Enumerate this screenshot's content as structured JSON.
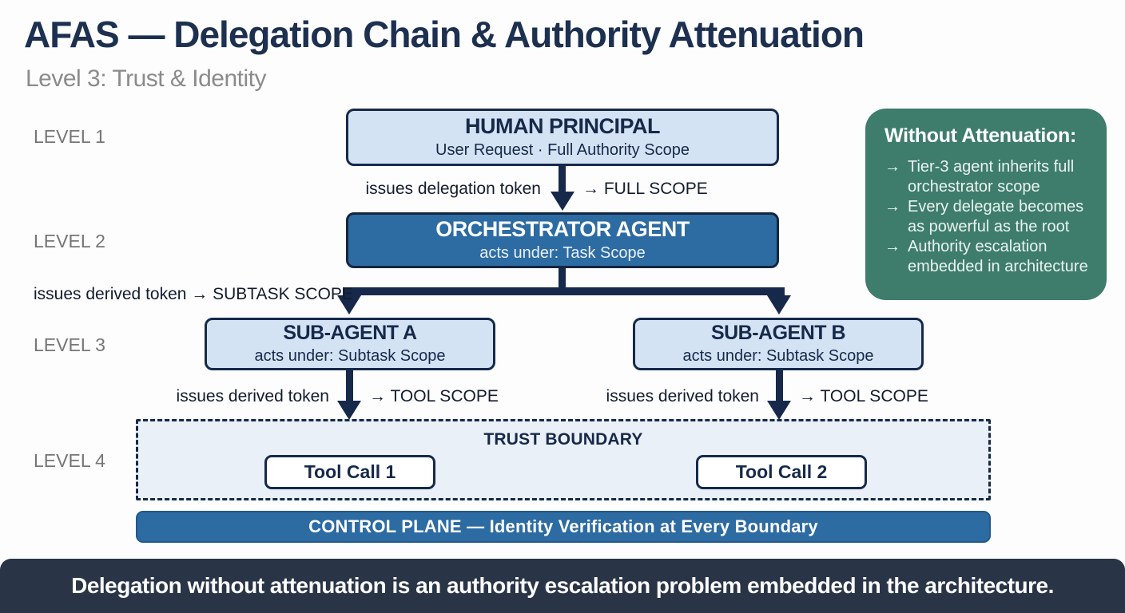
{
  "header": {
    "title": "AFAS — Delegation Chain & Authority Attenuation",
    "subtitle": "Level 3: Trust & Identity"
  },
  "levels": [
    "LEVEL 1",
    "LEVEL 2",
    "LEVEL 3",
    "LEVEL 4"
  ],
  "nodes": {
    "human_principal": {
      "title": "HUMAN PRINCIPAL",
      "subtitle": "User Request · Full Authority Scope"
    },
    "orchestrator": {
      "title": "ORCHESTRATOR AGENT",
      "subtitle": "acts under: Task Scope"
    },
    "sub_agent_a": {
      "title": "SUB-AGENT A",
      "subtitle": "acts under: Subtask Scope"
    },
    "sub_agent_b": {
      "title": "SUB-AGENT B",
      "subtitle": "acts under: Subtask Scope"
    },
    "tool_call_1": {
      "label": "Tool Call 1"
    },
    "tool_call_2": {
      "label": "Tool Call 2"
    }
  },
  "edges": {
    "principal_to_orchestrator": {
      "label": "issues delegation token",
      "scope": "→ FULL SCOPE"
    },
    "orchestrator_to_subagents": {
      "label": "issues derived token → SUBTASK SCOPE"
    },
    "subagent_a_to_tool": {
      "label": "issues derived token",
      "scope": "→ TOOL SCOPE"
    },
    "subagent_b_to_tool": {
      "label": "issues derived token",
      "scope": "→ TOOL SCOPE"
    }
  },
  "trust_boundary": {
    "label": "TRUST BOUNDARY"
  },
  "control_plane": {
    "label": "CONTROL PLANE — Identity Verification at Every Boundary"
  },
  "side_panel": {
    "title": "Without Attenuation:",
    "bullets": [
      {
        "arrow": "→",
        "text": "Tier-3 agent inherits full orchestrator scope"
      },
      {
        "arrow": "→",
        "text": "Every delegate becomes as powerful as the root"
      },
      {
        "arrow": "→",
        "text": "Authority escalation embedded in architecture"
      }
    ]
  },
  "footer": {
    "text": "Delegation without attenuation is an authority escalation problem embedded in the architecture."
  },
  "colors": {
    "navy": "#16294a",
    "title_navy": "#1d3050",
    "accent_blue": "#2d6ba3",
    "light_blue_fill": "#d4e3f4",
    "boundary_fill": "#e9f0f8",
    "green_panel": "#3e7c6c",
    "footer_bg": "#293447",
    "gray_label": "#767676"
  }
}
